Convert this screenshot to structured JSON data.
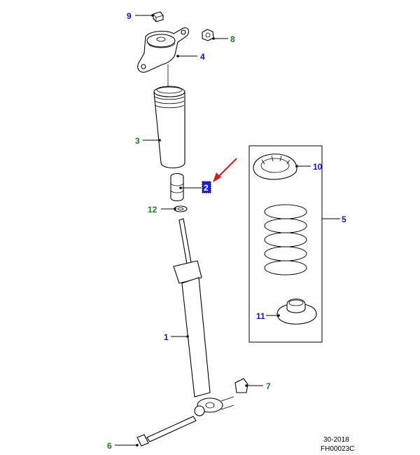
{
  "colors": {
    "blue": "#1010c8",
    "green": "#1e7a1e",
    "highlight_bg": "#1a1aff",
    "highlight_fg": "#ffffff",
    "arrow": "#e01818",
    "line": "#000000"
  },
  "callouts": {
    "c1": "1",
    "c2": "2",
    "c3": "3",
    "c4": "4",
    "c5": "5",
    "c6": "6",
    "c7": "7",
    "c8": "8",
    "c9": "9",
    "c10": "10",
    "c11": "11",
    "c12": "12"
  },
  "footer": {
    "line1": "30-2018",
    "line2": "FH00023C"
  }
}
